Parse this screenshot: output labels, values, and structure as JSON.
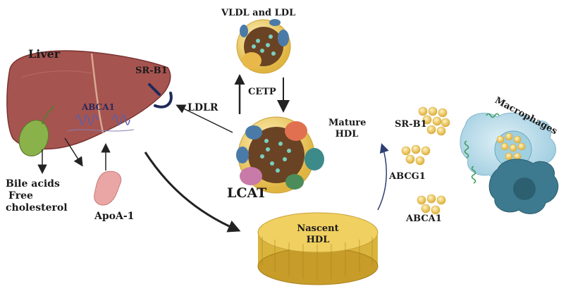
{
  "labels": {
    "liver": "Liver",
    "sr_b1_liver": "SR-B1",
    "abca1_liver": "ABCA1",
    "bile_acids": "Bile acids",
    "free_cholesterol": "Free",
    "cholesterol": "cholesterol",
    "apoa1": "ApoA-1",
    "vldl_ldl": "VLDL and LDL",
    "cetp": "CETP",
    "ldlr": "LDLR",
    "lcat": "LCAT",
    "mature_hdl_1": "Mature",
    "mature_hdl_2": "HDL",
    "nascent_hdl_1": "Nascent",
    "nascent_hdl_2": "HDL",
    "sr_b1_macro": "SR-B1",
    "abcg1": "ABCG1",
    "abca1_macro": "ABCA1",
    "macrophages": "Macrophages"
  },
  "icons": [
    "liver-organ",
    "gallbladder",
    "apoa1-protein",
    "vldl-ldl-particle",
    "mature-hdl-particle",
    "nascent-hdl-disc",
    "macrophage-cells",
    "sr-b1-receptor",
    "abca1-transporter"
  ],
  "colors": {
    "liver": "#a0504a",
    "gallbladder": "#8ab24a",
    "apoa1": "#e8a0a0",
    "lipid_core": "#5c3a1e",
    "phospholipid_head": "#e6c84a",
    "macrophage_light": "#b8dbe8",
    "macrophage_dark": "#3d7a8f"
  }
}
